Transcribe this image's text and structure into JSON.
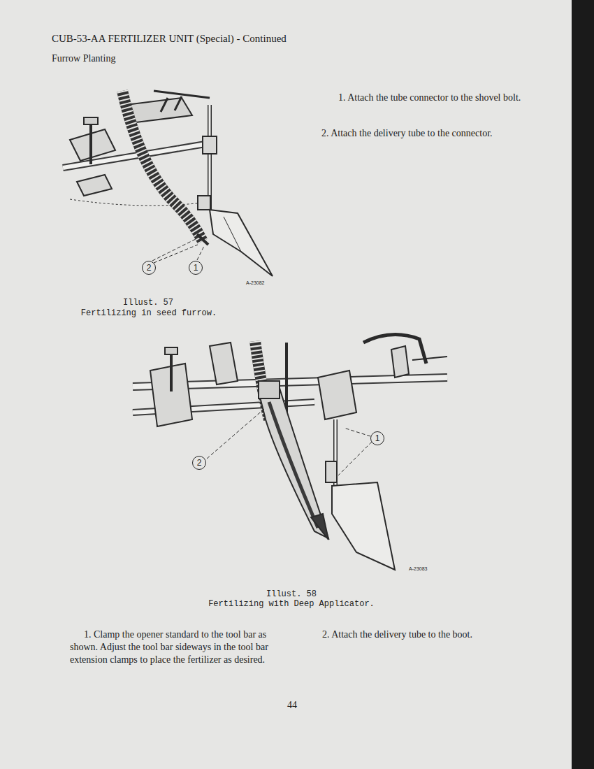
{
  "diagram": {
    "title": "CUB-53-AA FERTILIZER UNIT (Special) - Continued",
    "labels": [
      "Furrow Planting",
      "1. Attach the tube connector to the shovel bolt.",
      "2. Attach the delivery tube to the connector.",
      "2",
      "1",
      "A-23082",
      "Illust. 57",
      "Fertilizing in seed furrow.",
      "1",
      "2",
      "A-23083",
      "Illust. 58",
      "Fertilizing with Deep Applicator.",
      "1. Clamp the opener standard to the tool bar as shown. Adjust the tool bar sideways in the tool bar extension clamps to place the fertilizer as desired.",
      "2. Attach the delivery tube to the boot.",
      "44"
    ]
  }
}
